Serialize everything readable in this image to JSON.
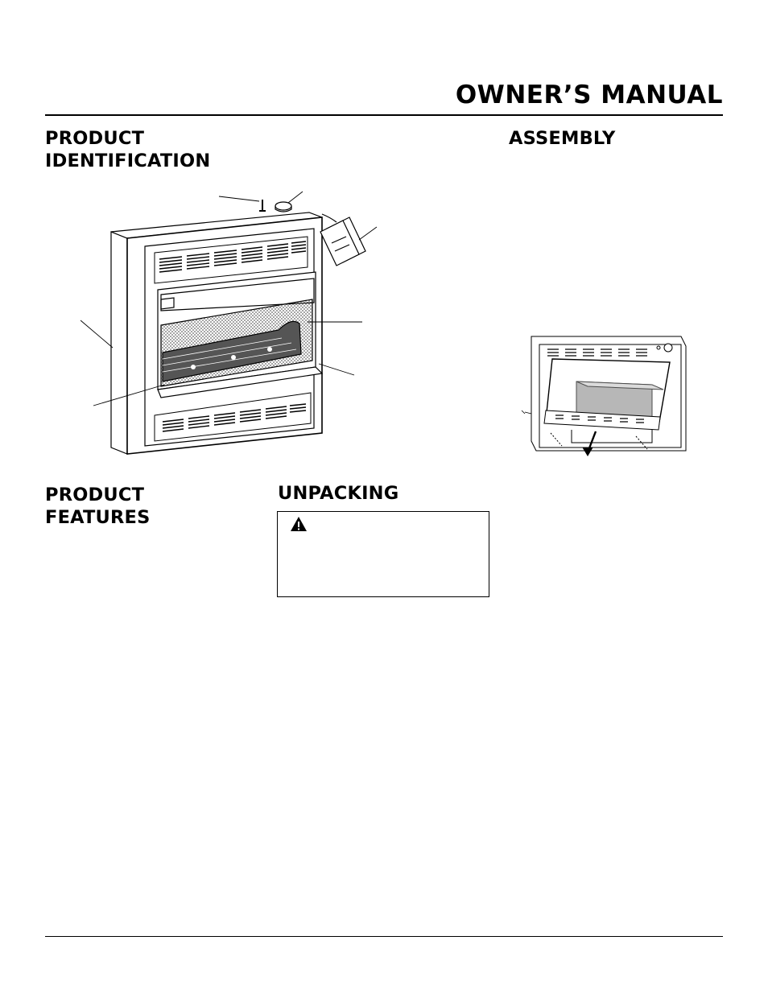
{
  "header": {
    "title": "OWNER’S MANUAL"
  },
  "sections": {
    "product_identification": {
      "line1": "PRODUCT",
      "line2": "IDENTIFICATION"
    },
    "assembly": {
      "title": "ASSEMBLY"
    },
    "product_features": {
      "line1": "PRODUCT",
      "line2": "FEATURES"
    },
    "unpacking": {
      "title": "UNPACKING"
    }
  },
  "icons": {
    "warning": "warning-triangle-icon"
  }
}
